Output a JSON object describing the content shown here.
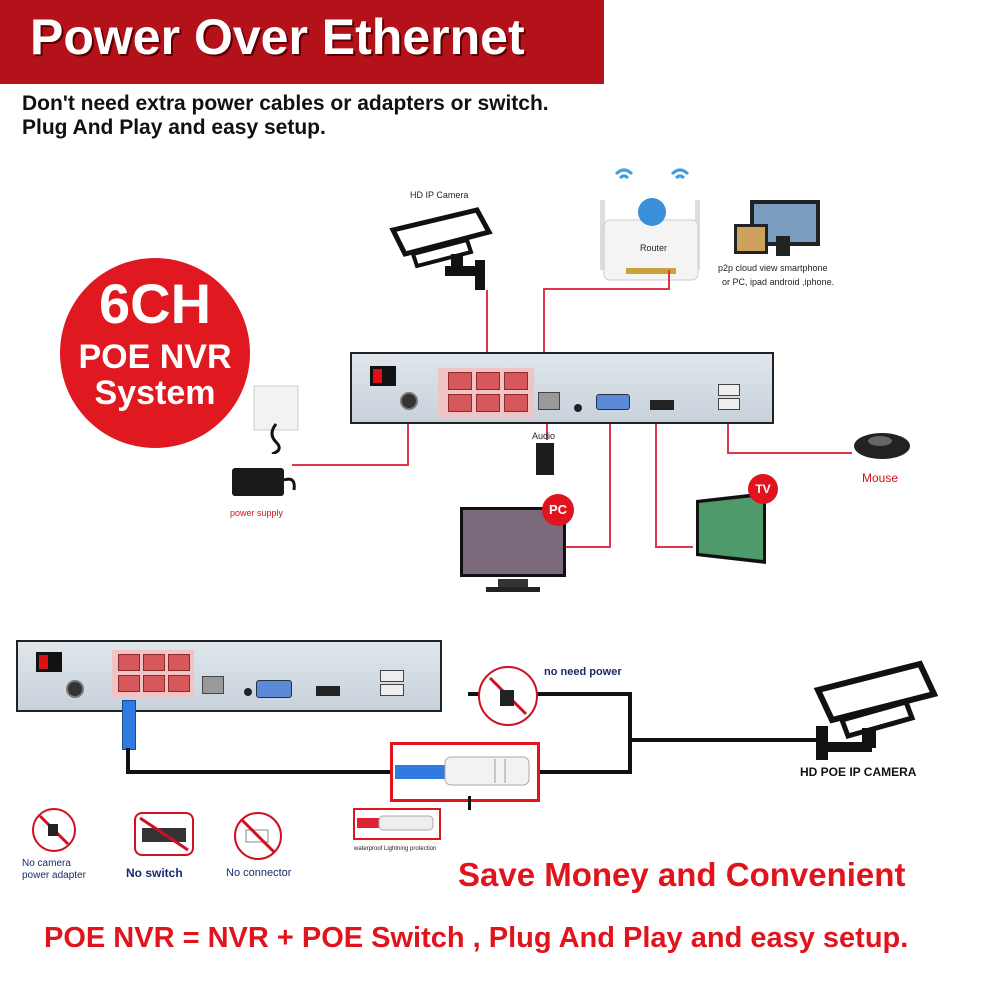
{
  "title": "Power Over Ethernet",
  "subtitle_line1": "Don't need extra power cables or adapters or switch.",
  "subtitle_line2": "Plug And Play and easy setup.",
  "badge": {
    "line1": "6CH",
    "line2": "POE NVR",
    "line3": "System"
  },
  "top_diagram": {
    "camera_label": "HD IP Camera",
    "router_label": "Router",
    "p2p_line1": "p2p cloud  view smartphone",
    "p2p_line2": "or PC, ipad android ,iphone.",
    "power_label": "power supply",
    "audio_label": "Audio",
    "pc_badge": "PC",
    "tv_badge": "TV",
    "mouse_label": "Mouse"
  },
  "bottom_diagram": {
    "no_need_power": "no need power",
    "camera_label": "HD POE IP CAMERA",
    "waterproof_label": "waterproof Lightning protection",
    "no_adapter_line1": "No camera",
    "no_adapter_line2": "power adapter",
    "no_switch": "No switch",
    "no_connector": "No connector"
  },
  "save_money": "Save Money and Convenient",
  "formula": "POE NVR = NVR + POE Switch , Plug And Play and easy setup.",
  "colors": {
    "banner": "#b3121b",
    "accent_red": "#e0141c",
    "port_red": "#d7585b",
    "line_pink": "#e0344a"
  }
}
